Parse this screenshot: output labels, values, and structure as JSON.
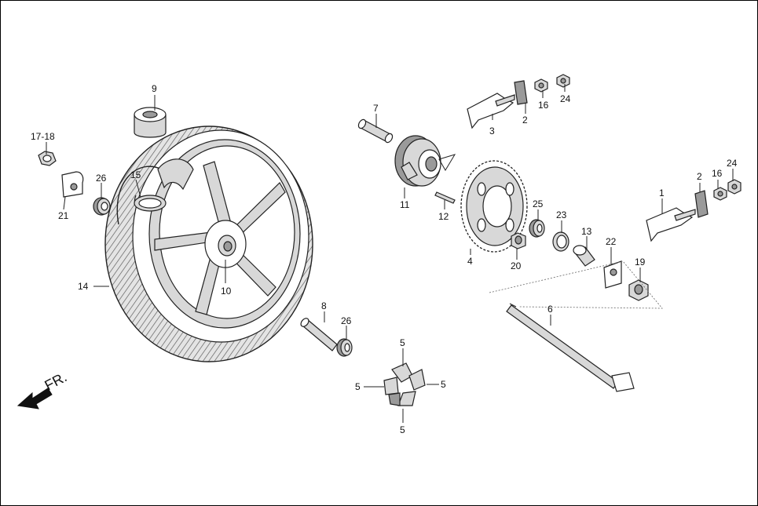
{
  "diagram": {
    "direction_label": "FR.",
    "callouts": {
      "c1": "1",
      "c2a": "2",
      "c2b": "2",
      "c3": "3",
      "c4": "4",
      "c5a": "5",
      "c5b": "5",
      "c5c": "5",
      "c5d": "5",
      "c6": "6",
      "c7": "7",
      "c8": "8",
      "c9": "9",
      "c10": "10",
      "c11": "11",
      "c12": "12",
      "c13": "13",
      "c14": "14",
      "c15": "15",
      "c16a": "16",
      "c16b": "16",
      "c1718": "17-18",
      "c19": "19",
      "c20": "20",
      "c21": "21",
      "c22": "22",
      "c23": "23",
      "c24a": "24",
      "c24b": "24",
      "c25": "25",
      "c26a": "26",
      "c26b": "26"
    }
  }
}
